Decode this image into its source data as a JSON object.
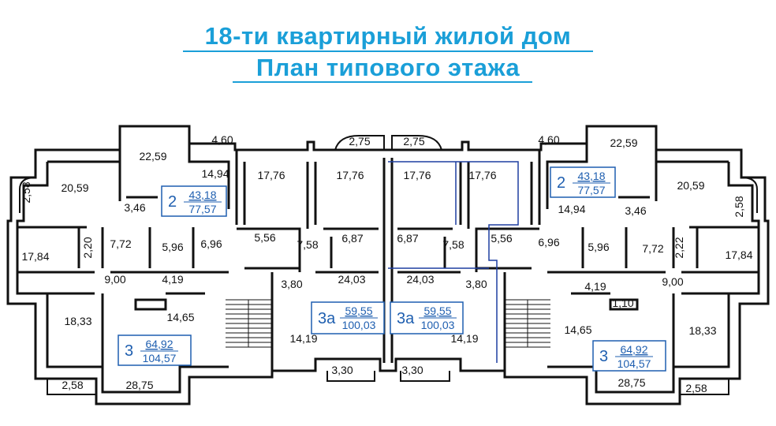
{
  "title": {
    "line1": "18-ти квартирный жилой дом",
    "line2": "План типового этажа"
  },
  "colors": {
    "title": "#1a9fd8",
    "walls": "#111111",
    "apartment_labels": "#1f5fb0"
  },
  "rooms": [
    "20,59",
    "22,59",
    "4,60",
    "14,94",
    "2,58",
    "3,46",
    "17,84",
    "2,20",
    "7,72",
    "5,96",
    "6,96",
    "9,00",
    "4,19",
    "18,33",
    "14,65",
    "28,75",
    "2,58",
    "17,76",
    "17,76",
    "5,56",
    "7,58",
    "6,87",
    "3,80",
    "24,03",
    "14,19",
    "3,30",
    "2,75",
    "2,75",
    "17,76",
    "17,76",
    "6,87",
    "7,58",
    "5,56",
    "24,03",
    "3,80",
    "14,19",
    "3,30",
    "4,60",
    "22,59",
    "20,59",
    "14,94",
    "3,46",
    "2,58",
    "6,96",
    "5,96",
    "7,72",
    "2,22",
    "17,84",
    "4,19",
    "9,00",
    "1,10",
    "14,65",
    "18,33",
    "28,75",
    "2,58"
  ],
  "apartments": [
    {
      "type": "2",
      "living": "43,18",
      "total": "77,57"
    },
    {
      "type": "3",
      "living": "64,92",
      "total": "104,57"
    },
    {
      "type": "3а",
      "living": "59,55",
      "total": "100,03"
    },
    {
      "type": "3а",
      "living": "59,55",
      "total": "100,03"
    },
    {
      "type": "2",
      "living": "43,18",
      "total": "77,57"
    },
    {
      "type": "3",
      "living": "64,92",
      "total": "104,57"
    }
  ]
}
